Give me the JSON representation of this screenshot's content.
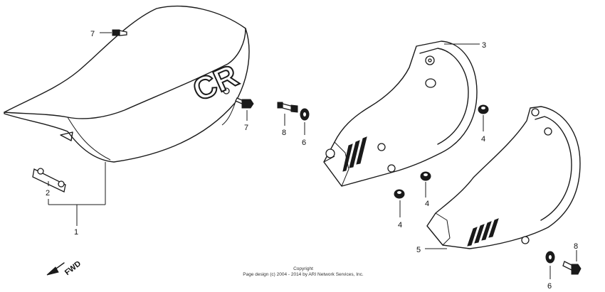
{
  "callouts": {
    "c1": "1",
    "c2": "2",
    "c3": "3",
    "c4a": "4",
    "c4b": "4",
    "c4c": "4",
    "c5": "5",
    "c6a": "6",
    "c6b": "6",
    "c7a": "7",
    "c7b": "7",
    "c8a": "8",
    "c8b": "8"
  },
  "seat_logo": "CR",
  "fwd_label": "FWD",
  "copyright": {
    "line1": "Copyright",
    "line2": "Page design (c) 2004 - 2014 by ARI Network Services, Inc."
  }
}
